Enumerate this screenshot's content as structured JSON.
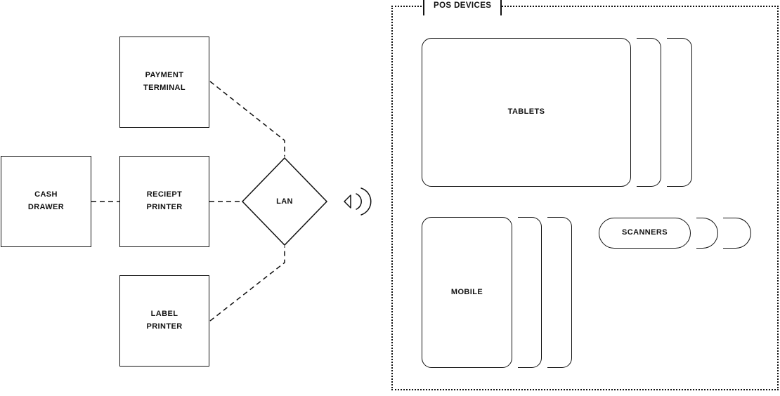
{
  "colors": {
    "ink": "#111111",
    "background": "#ffffff"
  },
  "left_diagram": {
    "nodes": [
      {
        "id": "payment-terminal",
        "label": "PAYMENT\nTERMINAL"
      },
      {
        "id": "cash-drawer",
        "label": "CASH\nDRAWER"
      },
      {
        "id": "reciept-printer",
        "label": "RECIEPT\nPRINTER"
      },
      {
        "id": "label-printer",
        "label": "LABEL\nPRINTER"
      }
    ],
    "hub": {
      "label": "LAN"
    },
    "icons": {
      "network": "wifi-signal-icon"
    }
  },
  "pos_devices_panel": {
    "title": "POS DEVICES",
    "groups": [
      {
        "id": "tablets",
        "label": "TABLETS",
        "stack_count": 3
      },
      {
        "id": "mobile",
        "label": "MOBILE",
        "stack_count": 3
      },
      {
        "id": "scanners",
        "label": "SCANNERS",
        "stack_count": 3
      }
    ]
  }
}
